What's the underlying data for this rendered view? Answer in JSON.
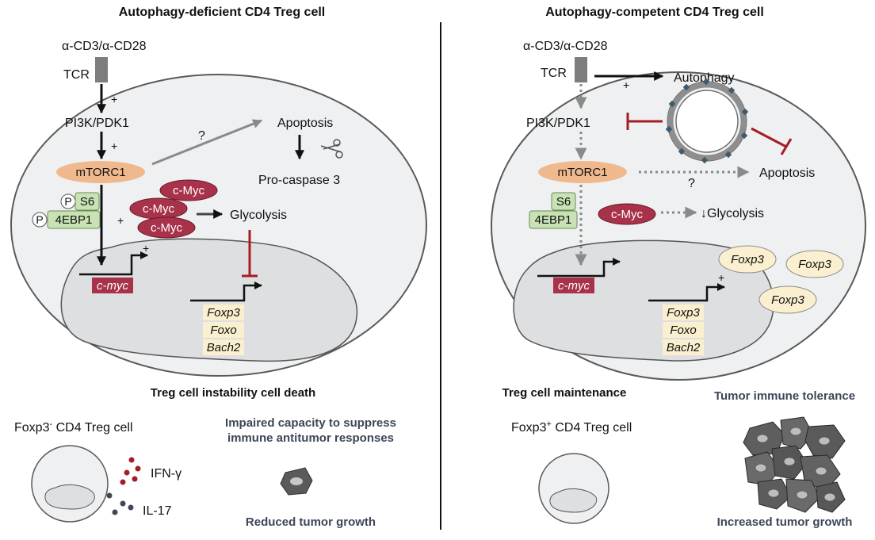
{
  "left_panel": {
    "title": "Autophagy-deficient CD4 Treg cell",
    "stimulus": "α-CD3/α-CD28",
    "tcr": "TCR",
    "pi3k": "PI3K/PDK1",
    "plus": "+",
    "mtorc1": "mTORC1",
    "question": "?",
    "apoptosis": "Apoptosis",
    "procaspase": "Pro-caspase 3",
    "p": "P",
    "s6": "S6",
    "ebp1": "4EBP1",
    "cmyc": "c-Myc",
    "glycolysis": "Glycolysis",
    "cmyc_gene": "c-myc",
    "genes": [
      "Foxp3",
      "Foxo",
      "Bach2"
    ],
    "outcome_title": "Treg  cell instability cell death",
    "cell_label_main": "Foxp3",
    "cell_label_sup": "-",
    "cell_label_rest": " CD4 Treg cell",
    "ifn": "IFN-γ",
    "il17": "IL-17",
    "impaired_line1": "Impaired capacity to suppress",
    "impaired_line2": "immune antitumor responses",
    "reduced": "Reduced tumor growth"
  },
  "right_panel": {
    "title": "Autophagy-competent CD4 Treg cell",
    "stimulus": "α-CD3/α-CD28",
    "tcr": "TCR",
    "plus": "+",
    "autophagy": "Autophagy",
    "pi3k": "PI3K/PDK1",
    "mtorc1": "mTORC1",
    "question": "?",
    "apoptosis": "Apoptosis",
    "s6": "S6",
    "ebp1": "4EBP1",
    "cmyc": "c-Myc",
    "glycolysis": "↓Glycolysis",
    "cmyc_gene": "c-myc",
    "genes": [
      "Foxp3",
      "Foxo",
      "Bach2"
    ],
    "foxp3_protein": "Foxp3",
    "maintenance": "Treg cell maintenance",
    "cell_label_main": "Foxp3",
    "cell_label_sup": "+",
    "cell_label_rest": " CD4 Treg cell",
    "tolerance": "Tumor immune tolerance",
    "increased": "Increased tumor growth"
  },
  "colors": {
    "cell_fill": "#eef0f1",
    "cell_stroke": "#5a5a5a",
    "nucleus_fill": "#dedfe1",
    "mtorc1": "#f0b98d",
    "cmyc": "#a8324a",
    "green_box": "#c8e2b4",
    "gene_box": "#faf0cf",
    "inhibit_red": "#a51d24",
    "slate": "#3d4757",
    "autophagosome_dot": "#3e5a6e"
  }
}
